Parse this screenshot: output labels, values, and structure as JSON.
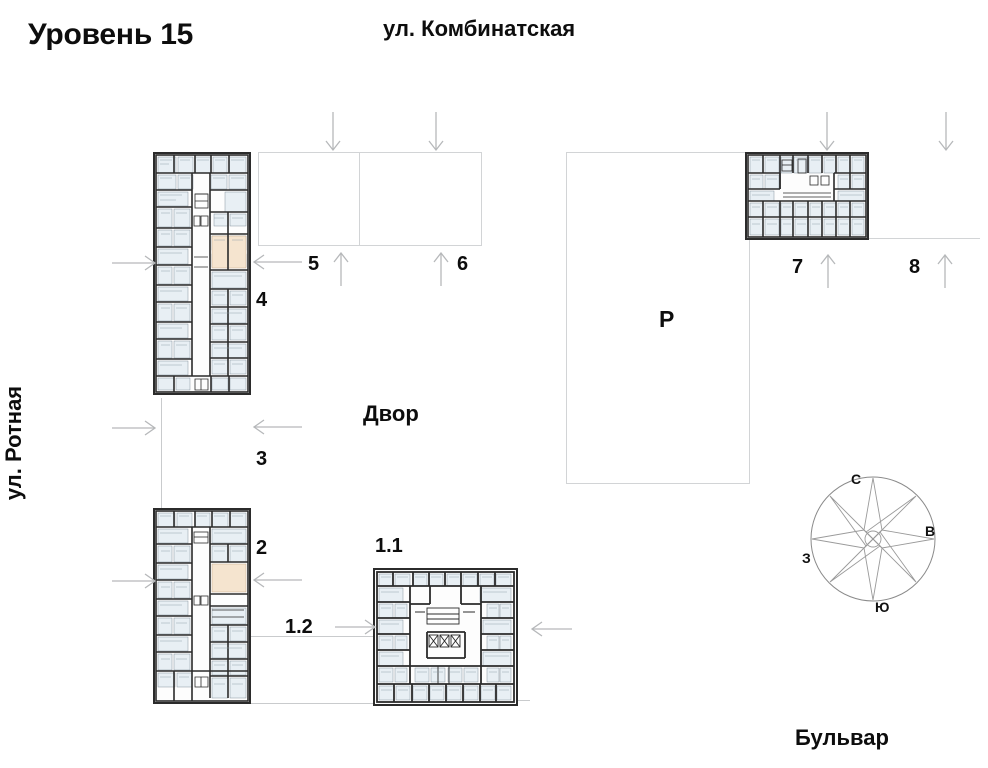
{
  "page": {
    "title": "Уровень 15",
    "background_color": "#ffffff",
    "text_color": "#0d0d0d"
  },
  "streets": {
    "top": "ул. Комбинатская",
    "left": "ул. Ротная",
    "bottom_right": "Бульвар"
  },
  "areas": {
    "courtyard_label": "Двор",
    "parking_label": "Р"
  },
  "compass": {
    "north": "С",
    "east": "В",
    "south": "Ю",
    "west": "З"
  },
  "section_numbers": [
    {
      "id": "sec-1-1",
      "label": "1.1"
    },
    {
      "id": "sec-1-2",
      "label": "1.2"
    },
    {
      "id": "sec-2",
      "label": "2"
    },
    {
      "id": "sec-3",
      "label": "3"
    },
    {
      "id": "sec-4",
      "label": "4"
    },
    {
      "id": "sec-5",
      "label": "5"
    },
    {
      "id": "sec-6",
      "label": "6"
    },
    {
      "id": "sec-7",
      "label": "7"
    },
    {
      "id": "sec-8",
      "label": "8"
    }
  ],
  "colors": {
    "plan_wall": "#2b2b2b",
    "plan_room_tint": "#e8eff4",
    "plan_room_accent": "#f5e4cf",
    "outline_gray": "#d2d4d6",
    "arrow_gray": "#b6b8ba"
  }
}
